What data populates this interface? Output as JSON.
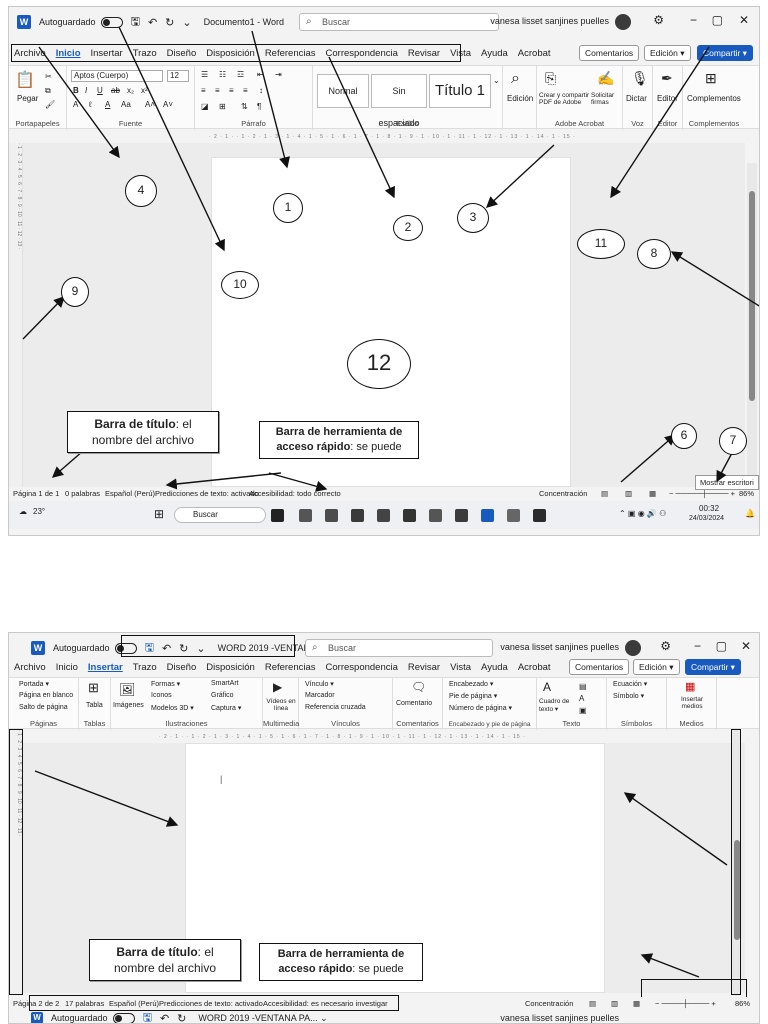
{
  "app": {
    "autosave_label": "Autoguardado",
    "search_placeholder": "Buscar",
    "user_name": "vanesa lisset sanjines puelles",
    "minimize": "−",
    "restore": "▢",
    "close": "✕"
  },
  "shot1": {
    "doc_title": "Documento1 - Word",
    "menu": [
      "Archivo",
      "Inicio",
      "Insertar",
      "Trazo",
      "Diseño",
      "Disposición",
      "Referencias",
      "Correspondencia",
      "Revisar",
      "Vista",
      "Ayuda",
      "Acrobat"
    ],
    "menu_selected": "Inicio",
    "buttons": {
      "comments": "Comentarios",
      "edit": "Edición ▾",
      "share": "Compartir ▾"
    },
    "ribbon": {
      "clipboard_paste": "Pegar",
      "group_clipboard": "Portapapeles",
      "font_name": "Aptos (Cuerpo)",
      "font_size": "12",
      "group_font": "Fuente",
      "group_paragraph": "Párrafo",
      "styles": [
        "Normal",
        "Sin espaciado",
        "Título 1"
      ],
      "group_styles": "Estilos",
      "editing": "Edición",
      "acrobat_create": "Crear y compartir PDF de Adobe",
      "acrobat_sign": "Solicitar firmas",
      "group_acrobat": "Adobe Acrobat",
      "dictate": "Dictar",
      "group_voice": "Voz",
      "editor": "Editor",
      "group_editor": "Editor",
      "addins": "Complementos",
      "group_addins": "Complementos"
    },
    "ruler_text": "· 2 · 1 · · 1 · 2 · 1 · 3 · 1 · 4 · 1 · 5 · 1 · 6 · 1 · 7 · 1 · 8 · 1 · 9 · 1 · 10 · 1 · 11 · 1 · 12 · 1 · 13 · 1 · 14 · 1 · 15 ·",
    "status": {
      "page": "Página 1 de 1",
      "words": "0 palabras",
      "language": "Español (Perú)",
      "predictions": "Predicciones de texto: activado",
      "accessibility": "Accesibilidad: todo correcto",
      "focus": "Concentración",
      "zoom": "86%"
    },
    "tooltip": "Mostrar escritori",
    "taskbar": {
      "weather": "23°",
      "search": "Buscar",
      "time": "00:32",
      "date": "24/03/2024"
    },
    "numbers": [
      "1",
      "2",
      "3",
      "4",
      "6",
      "7",
      "8",
      "9",
      "10",
      "11",
      "12"
    ],
    "callout_title": {
      "bold": "Barra de título",
      "rest": ": el nombre del archivo"
    },
    "callout_qat": {
      "bold": "Barra de herramienta de acceso rápido",
      "rest": ": se puede"
    }
  },
  "shot2": {
    "doc_title": "WORD 2019 -VENTANA PA... ⌄",
    "menu": [
      "Archivo",
      "Inicio",
      "Insertar",
      "Trazo",
      "Diseño",
      "Disposición",
      "Referencias",
      "Correspondencia",
      "Revisar",
      "Vista",
      "Ayuda",
      "Acrobat"
    ],
    "menu_selected": "Insertar",
    "buttons": {
      "comments": "Comentarios",
      "edit": "Edición ▾",
      "share": "Compartir ▾"
    },
    "ribbon": {
      "pages_items": [
        "Portada ▾",
        "Página en blanco",
        "Salto de página"
      ],
      "group_pages": "Páginas",
      "table": "Tabla",
      "group_tables": "Tablas",
      "images": "Imágenes",
      "ill_items": [
        "Formas ▾",
        "Iconos",
        "Modelos 3D ▾"
      ],
      "ill_items2": [
        "SmartArt",
        "Gráfico",
        "Captura ▾"
      ],
      "group_ill": "Ilustraciones",
      "videos": "Vídeos en línea",
      "group_media1": "Multimedia",
      "links_items": [
        "Vínculo ▾",
        "Marcador",
        "Referencia cruzada"
      ],
      "group_links": "Vínculos",
      "comment": "Comentario",
      "group_comments": "Comentarios",
      "hf_items": [
        "Encabezado ▾",
        "Pie de página ▾",
        "Número de página ▾"
      ],
      "group_hf": "Encabezado y pie de página",
      "textbox": "Cuadro de texto ▾",
      "group_text": "Texto",
      "symbols_items": [
        "Ecuación ▾",
        "Símbolo ▾"
      ],
      "group_symbols": "Símbolos",
      "media": "Insertar medios",
      "group_media": "Medios"
    },
    "ruler_text": "· 2 · 1 · · 1 · 2 · 1 · 3 · 1 · 4 · 1 · 5 · 1 · 6 · 1 · 7 · 1 · 8 · 1 · 9 · 1 · 10 · 1 · 11 · 1 · 12 · 1 · 13 · 1 · 14 · 1 · 15 ·",
    "status": {
      "page": "Página 2 de 2",
      "words": "17 palabras",
      "language": "Español (Perú)",
      "predictions": "Predicciones de texto: activado",
      "accessibility": "Accesibilidad: es necesario investigar",
      "focus": "Concentración",
      "zoom": "86%"
    },
    "callout_title": {
      "bold": "Barra de título",
      "rest": ": el nombre del archivo"
    },
    "callout_qat": {
      "bold": "Barra de herramienta de acceso rápido",
      "rest": ": se puede"
    }
  },
  "colors": {
    "word_blue": "#185abd",
    "accent": "#185abd"
  }
}
